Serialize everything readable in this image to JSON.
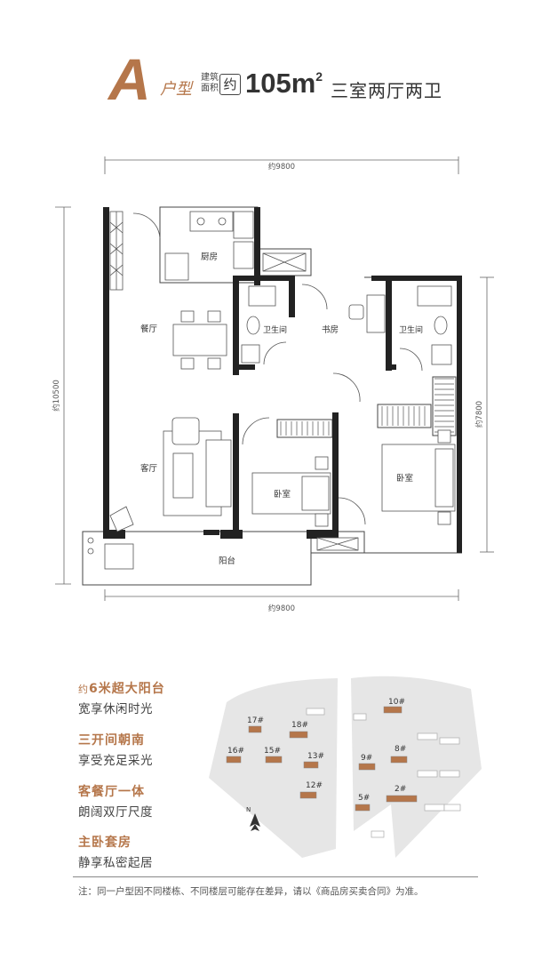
{
  "header": {
    "letter": "A",
    "type_label": "户型",
    "area_label_line1": "建筑",
    "area_label_line2": "面积",
    "approx": "约",
    "area_value": "105m",
    "area_sup": "2",
    "rooms": "三室两厅两卫"
  },
  "dimensions": {
    "top_width": "约9800",
    "bottom_width": "约9800",
    "left_depth": "约10500",
    "right_depth": "约7800"
  },
  "rooms": {
    "kitchen": "厨房",
    "dining": "餐厅",
    "bath_left": "卫生间",
    "study": "书房",
    "bath_right": "卫生间",
    "living": "客厅",
    "bedroom_small": "卧室",
    "bedroom_master": "卧室",
    "balcony": "阳台"
  },
  "features": [
    {
      "prefix": "约",
      "title": "6米超大阳台",
      "desc": "宽享休闲时光"
    },
    {
      "prefix": "",
      "title": "三开间朝南",
      "desc": "享受充足采光"
    },
    {
      "prefix": "",
      "title": "客餐厅一体",
      "desc": "朗阔双厅尺度"
    },
    {
      "prefix": "",
      "title": "主卧套房",
      "desc": "静享私密起居"
    }
  ],
  "site_plan": {
    "compass": "N",
    "buildings": [
      "10#",
      "17#",
      "18#",
      "16#",
      "15#",
      "13#",
      "9#",
      "8#",
      "12#",
      "5#",
      "2#"
    ]
  },
  "note": "注：同一户型因不同楼栋、不同楼层可能存在差异，请以《商品房买卖合同》为准。",
  "colors": {
    "accent": "#b5764a",
    "wall": "#222222",
    "highlight": "#b5764a"
  }
}
